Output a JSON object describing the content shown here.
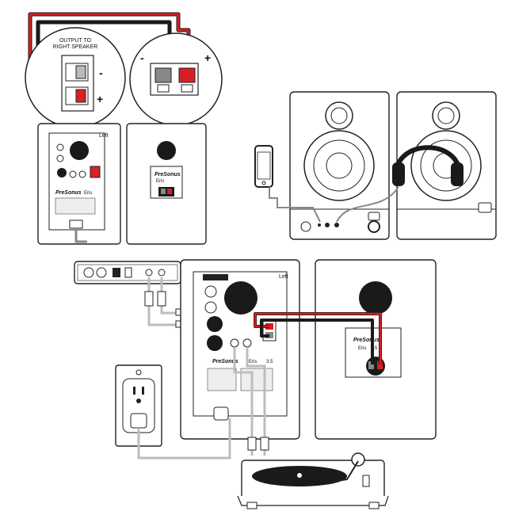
{
  "callout": {
    "output_label_line1": "OUTPUT TO",
    "output_label_line2": "RIGHT SPEAKER",
    "minus": "-",
    "plus": "+"
  },
  "speakers": {
    "side_label": "Left",
    "brand": "PreSonus",
    "model_text": "Eris",
    "model_number": "3.5"
  },
  "colors": {
    "cable_red": "#d81f26",
    "cable_black": "#1a1a1a",
    "outline": "#222222",
    "grey_cable": "#bdbdbd"
  },
  "icons": [
    "phone-icon",
    "headphones-icon",
    "turntable-icon",
    "power-outlet-icon",
    "audio-interface-icon",
    "speaker-icon"
  ]
}
